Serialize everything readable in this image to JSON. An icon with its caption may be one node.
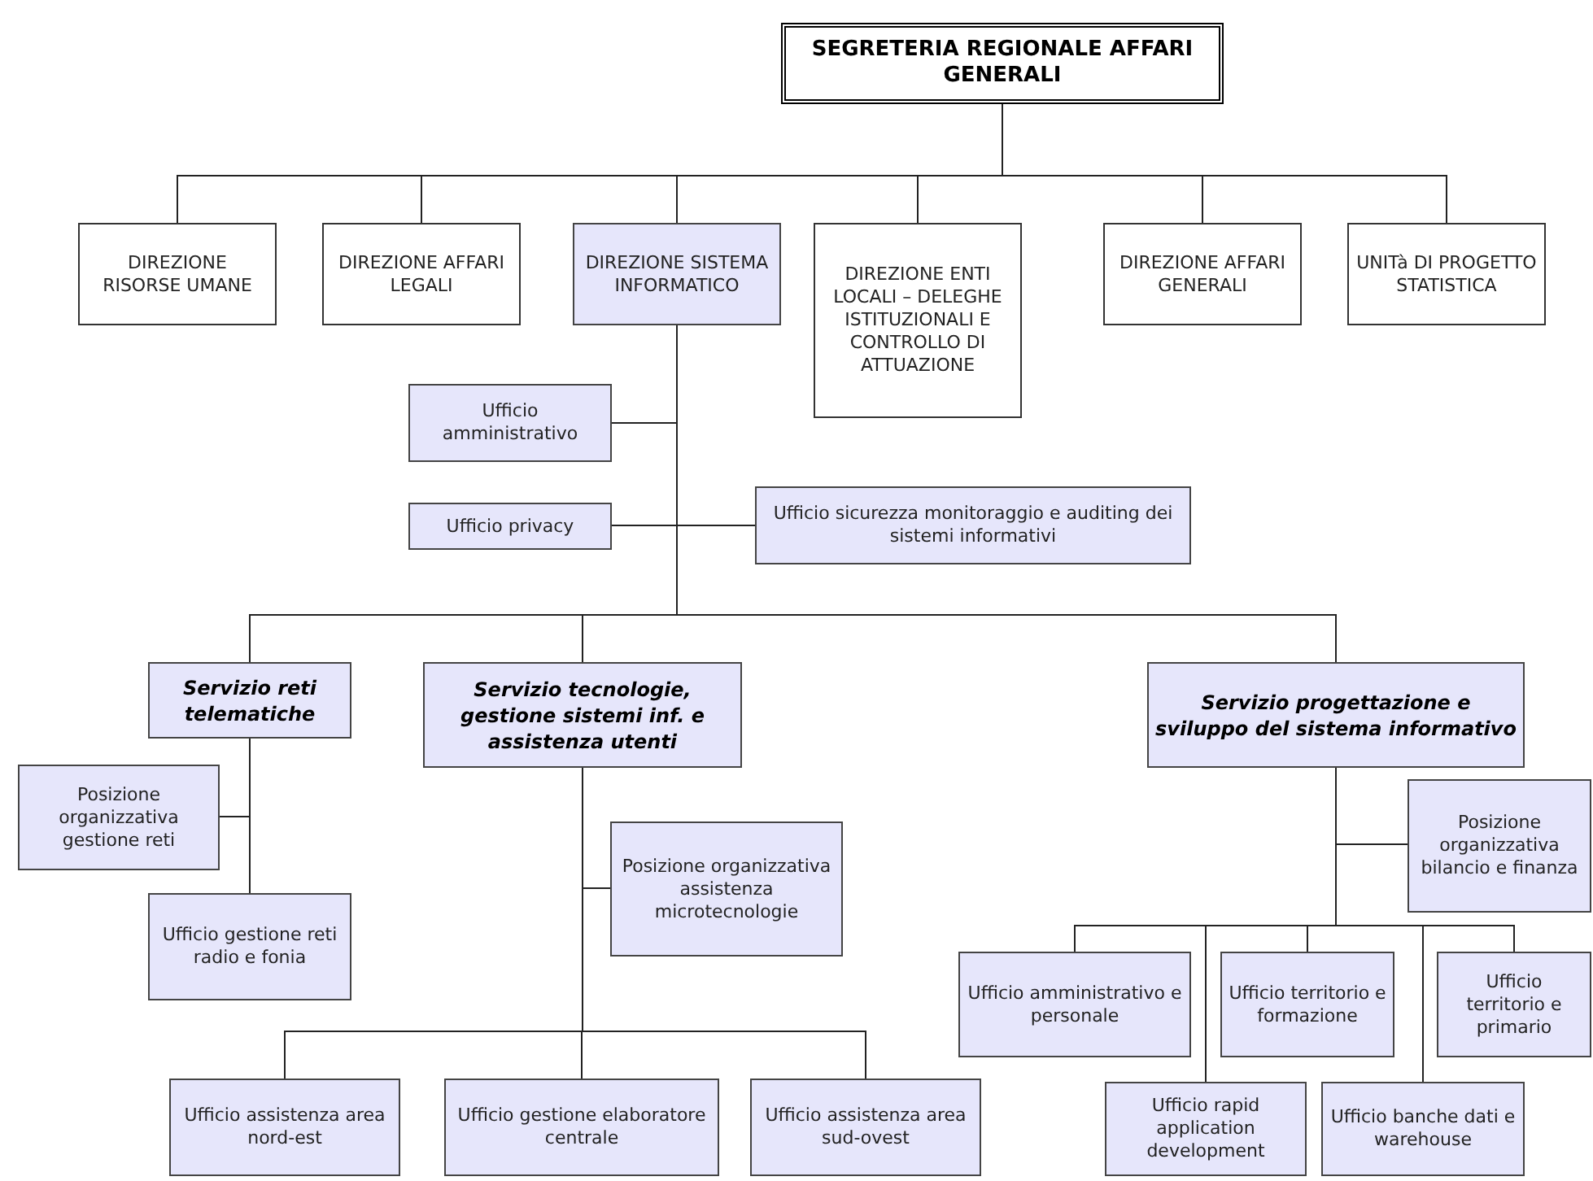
{
  "diagram": {
    "nodes": [
      {
        "text": [
          "SEGRETERIA REGIONALE AFFARI GENERALI"
        ]
      },
      {
        "text": [
          "DIREZIONE RISORSE UMANE"
        ]
      },
      {
        "text": [
          "DIREZIONE AFFARI LEGALI"
        ]
      },
      {
        "text": [
          "DIREZIONE SISTEMA INFORMATICO"
        ]
      },
      {
        "text": [
          "DIREZIONE ENTI LOCALI – DELEGHE ISTITUZIONALI E CONTROLLO DI ATTUAZIONE"
        ]
      },
      {
        "text": [
          "DIREZIONE AFFARI GENERALI"
        ]
      },
      {
        "text": [
          "UNITà DI PROGETTO STATISTICA"
        ]
      },
      {
        "text": [
          "Ufficio amministrativo"
        ]
      },
      {
        "text": [
          "Ufficio privacy"
        ]
      },
      {
        "text": [
          "Ufficio sicurezza monitoraggio e auditing dei sistemi informativi"
        ]
      },
      {
        "text": [
          "Servizio reti telematiche"
        ]
      },
      {
        "text": [
          "Posizione organizzativa gestione reti"
        ]
      },
      {
        "text": [
          "Ufficio gestione reti radio e fonia"
        ]
      },
      {
        "text": [
          "Servizio tecnologie, gestione sistemi inf. e assistenza utenti"
        ]
      },
      {
        "text": [
          "Posizione organizzativa assistenza microtecnologie"
        ]
      },
      {
        "text": [
          "Ufficio assistenza area nord-est"
        ]
      },
      {
        "text": [
          "Ufficio gestione elaboratore centrale"
        ]
      },
      {
        "text": [
          "Ufficio assistenza area sud-ovest"
        ]
      },
      {
        "text": [
          "Servizio progettazione e sviluppo del sistema informativo"
        ]
      },
      {
        "text": [
          "Posizione organizzativa bilancio e finanza"
        ]
      },
      {
        "text": [
          "Ufficio amministrativo e personale"
        ]
      },
      {
        "text": [
          "Ufficio territorio e formazione"
        ]
      },
      {
        "text": [
          "Ufficio territorio e primario"
        ]
      },
      {
        "text": [
          "Ufficio rapid application development"
        ]
      },
      {
        "text": [
          "Ufficio banche dati e warehouse"
        ]
      }
    ],
    "edges": [
      {
        "from": 0,
        "to": 1,
        "arrow": "none"
      },
      {
        "from": 0,
        "to": 2,
        "arrow": "none"
      },
      {
        "from": 0,
        "to": 3,
        "arrow": "none"
      },
      {
        "from": 0,
        "to": 4,
        "arrow": "none"
      },
      {
        "from": 0,
        "to": 5,
        "arrow": "none"
      },
      {
        "from": 0,
        "to": 6,
        "arrow": "none"
      },
      {
        "from": 3,
        "to": 7,
        "arrow": "none"
      },
      {
        "from": 3,
        "to": 8,
        "arrow": "none"
      },
      {
        "from": 3,
        "to": 9,
        "arrow": "none"
      },
      {
        "from": 3,
        "to": 10,
        "arrow": "none"
      },
      {
        "from": 3,
        "to": 13,
        "arrow": "none"
      },
      {
        "from": 3,
        "to": 18,
        "arrow": "none"
      },
      {
        "from": 10,
        "to": 11,
        "arrow": "none"
      },
      {
        "from": 10,
        "to": 12,
        "arrow": "none"
      },
      {
        "from": 13,
        "to": 14,
        "arrow": "none"
      },
      {
        "from": 13,
        "to": 15,
        "arrow": "none"
      },
      {
        "from": 13,
        "to": 16,
        "arrow": "none"
      },
      {
        "from": 13,
        "to": 17,
        "arrow": "none"
      },
      {
        "from": 18,
        "to": 19,
        "arrow": "none"
      },
      {
        "from": 18,
        "to": 20,
        "arrow": "none"
      },
      {
        "from": 18,
        "to": 21,
        "arrow": "none"
      },
      {
        "from": 18,
        "to": 22,
        "arrow": "none"
      },
      {
        "from": 18,
        "to": 23,
        "arrow": "none"
      },
      {
        "from": 18,
        "to": 24,
        "arrow": "none"
      }
    ]
  }
}
